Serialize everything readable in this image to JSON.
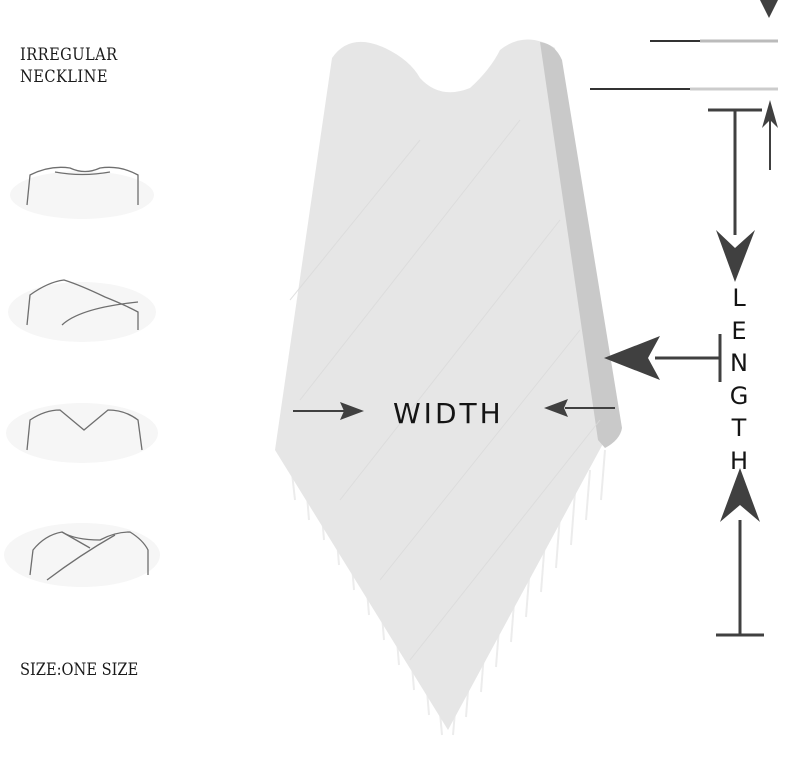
{
  "neckline_title": {
    "line1": "IRREGULAR",
    "line2": "NECKLINE"
  },
  "neckline_options": [
    {
      "style": "round-neckline-icon"
    },
    {
      "style": "asymmetric-neckline-icon"
    },
    {
      "style": "v-neckline-icon"
    },
    {
      "style": "wrap-neckline-icon"
    }
  ],
  "size_label": "SIZE:ONE SIZE",
  "width_label": "WIDTH",
  "length_letters": [
    "L",
    "E",
    "N",
    "G",
    "T",
    "H"
  ],
  "colors": {
    "garment": "#e6e6e6",
    "shade": "#c8c8c8",
    "arrow": "#404040"
  }
}
